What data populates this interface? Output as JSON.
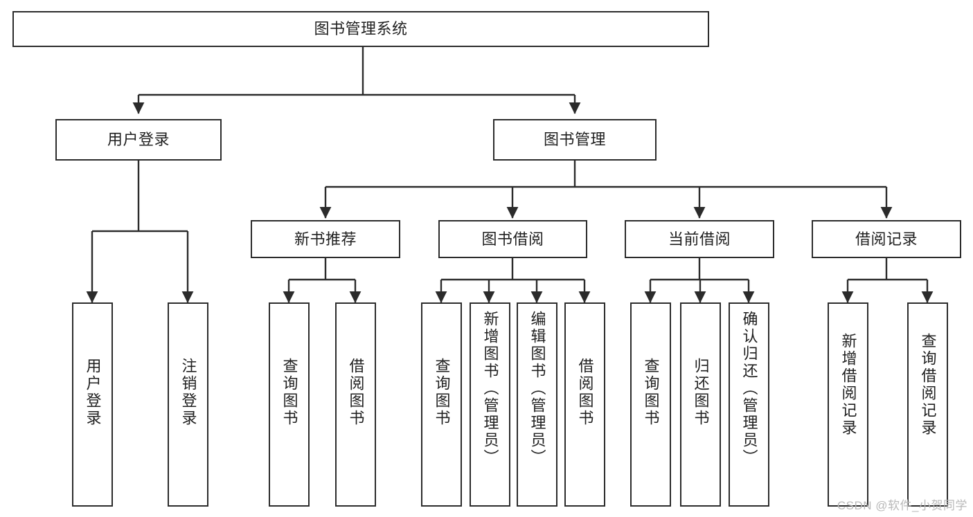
{
  "diagram": {
    "type": "tree-hierarchy",
    "title": "图书管理系统",
    "watermark": "CSDN @软件_小贺同学",
    "colors": {
      "box_border": "#2b2b2b",
      "box_fill": "#ffffff",
      "connector": "#2b2b2b",
      "text": "#1f1f1f",
      "watermark": "#b9b9b9",
      "background": "#ffffff"
    },
    "levels": {
      "root": {
        "label": "图书管理系统",
        "orientation": "horizontal"
      },
      "level2": [
        {
          "id": "user-login",
          "label": "用户登录",
          "orientation": "horizontal"
        },
        {
          "id": "book-management",
          "label": "图书管理",
          "orientation": "horizontal"
        }
      ],
      "level3": [
        {
          "id": "new-book-recommend",
          "label": "新书推荐",
          "orientation": "horizontal",
          "parent": "book-management"
        },
        {
          "id": "book-borrow",
          "label": "图书借阅",
          "orientation": "horizontal",
          "parent": "book-management"
        },
        {
          "id": "current-borrow",
          "label": "当前借阅",
          "orientation": "horizontal",
          "parent": "book-management"
        },
        {
          "id": "borrow-record",
          "label": "借阅记录",
          "orientation": "horizontal",
          "parent": "book-management"
        }
      ],
      "leaves": [
        {
          "id": "leaf-user-login",
          "label": "用户登录",
          "orientation": "vertical",
          "parent": "user-login"
        },
        {
          "id": "leaf-logout-login",
          "label": "注销登录",
          "orientation": "vertical",
          "parent": "user-login"
        },
        {
          "id": "leaf-query-book-1",
          "label": "查询图书",
          "orientation": "vertical",
          "parent": "new-book-recommend"
        },
        {
          "id": "leaf-borrow-book-1",
          "label": "借阅图书",
          "orientation": "vertical",
          "parent": "new-book-recommend"
        },
        {
          "id": "leaf-query-book-2",
          "label": "查询图书",
          "orientation": "vertical",
          "parent": "book-borrow"
        },
        {
          "id": "leaf-add-book",
          "label": "新增图书（管理员）",
          "orientation": "vertical",
          "parent": "book-borrow"
        },
        {
          "id": "leaf-edit-book",
          "label": "编辑图书（管理员）",
          "orientation": "vertical",
          "parent": "book-borrow"
        },
        {
          "id": "leaf-borrow-book-2",
          "label": "借阅图书",
          "orientation": "vertical",
          "parent": "book-borrow"
        },
        {
          "id": "leaf-query-book-3",
          "label": "查询图书",
          "orientation": "vertical",
          "parent": "current-borrow"
        },
        {
          "id": "leaf-return-book",
          "label": "归还图书",
          "orientation": "vertical",
          "parent": "current-borrow"
        },
        {
          "id": "leaf-confirm-return",
          "label": "确认归还（管理员）",
          "orientation": "vertical",
          "parent": "current-borrow"
        },
        {
          "id": "leaf-add-record",
          "label": "新增借阅记录",
          "orientation": "vertical",
          "parent": "borrow-record"
        },
        {
          "id": "leaf-query-record",
          "label": "查询借阅记录",
          "orientation": "vertical",
          "parent": "borrow-record"
        }
      ]
    }
  }
}
